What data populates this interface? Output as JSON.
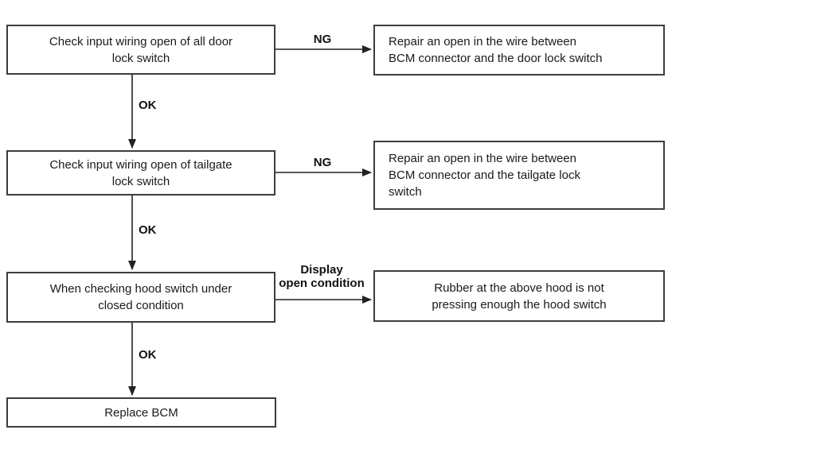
{
  "diagram": {
    "type": "flowchart",
    "description": "Door lock / tailgate lock / hood switch diagnostic flowchart ending in Replace BCM"
  },
  "colors": {
    "background": "#ffffff",
    "box_border": "#3d3d3d",
    "text": "#1a1a1a",
    "arrow": "#222222"
  },
  "nodes": {
    "check_door": {
      "lines": [
        "Check input wiring open of all door",
        "lock switch"
      ]
    },
    "repair_door": {
      "lines": [
        "Repair an open in the wire between",
        "BCM connector and the door lock switch"
      ]
    },
    "check_tailgate": {
      "lines": [
        "Check input wiring open of tailgate",
        "lock switch"
      ]
    },
    "repair_tailgate": {
      "lines": [
        "Repair an open in the wire between",
        "BCM connector and the tailgate lock",
        "switch"
      ]
    },
    "check_hood": {
      "lines": [
        "When checking hood switch under",
        "closed condition"
      ]
    },
    "hood_result": {
      "lines": [
        "Rubber at the above hood is not",
        "pressing enough the hood switch"
      ]
    },
    "replace_bcm": {
      "lines": [
        "Replace BCM"
      ]
    }
  },
  "edges": {
    "ng1": "NG",
    "ok1": "OK",
    "ng2": "NG",
    "ok2": "OK",
    "display_open": {
      "lines": [
        "Display",
        "open condition"
      ]
    },
    "ok3": "OK"
  }
}
